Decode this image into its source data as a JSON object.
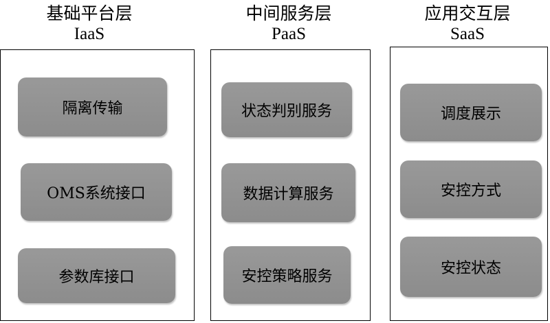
{
  "layers": [
    {
      "title": "基础平台层",
      "subtitle": "IaaS",
      "modules": [
        "隔离传输",
        "OMS系统接口",
        "参数库接口"
      ]
    },
    {
      "title": "中间服务层",
      "subtitle": "PaaS",
      "modules": [
        "状态判别服务",
        "数据计算服务",
        "安控策略服务"
      ]
    },
    {
      "title": "应用交互层",
      "subtitle": "SaaS",
      "modules": [
        "调度展示",
        "安控方式",
        "安控状态"
      ]
    }
  ]
}
